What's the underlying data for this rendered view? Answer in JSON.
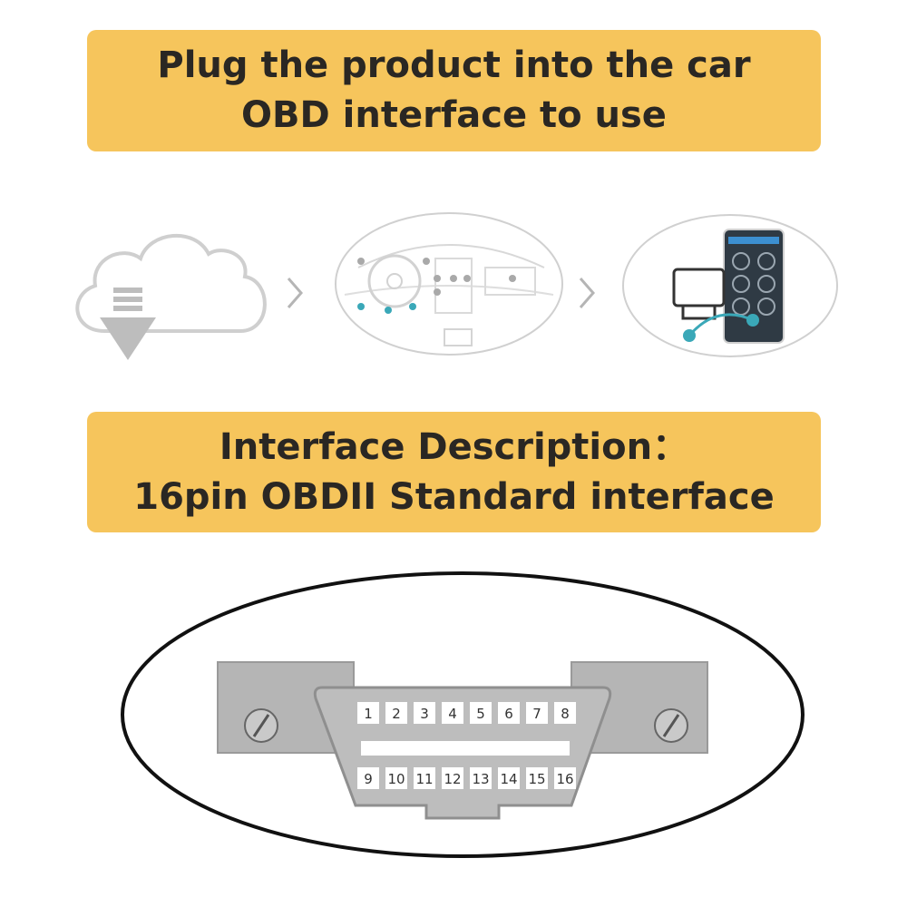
{
  "banners": {
    "top": {
      "line1": "Plug the product into the car",
      "line2": "OBD interface to use"
    },
    "middle": {
      "line1": "Interface Description：",
      "line2": "16pin OBDII Standard interface"
    }
  },
  "steps": [
    {
      "name": "download-step",
      "icon": "cloud-download-icon"
    },
    {
      "name": "plug-in-step",
      "icon": "car-dashboard-icon"
    },
    {
      "name": "app-step",
      "icon": "phone-app-icon"
    }
  ],
  "connector": {
    "pins_top": [
      "1",
      "2",
      "3",
      "4",
      "5",
      "6",
      "7",
      "8"
    ],
    "pins_bottom": [
      "9",
      "10",
      "11",
      "12",
      "13",
      "14",
      "15",
      "16"
    ]
  },
  "colors": {
    "banner": "#f6c55c",
    "banner_text": "#2a2723",
    "accent_teal": "#3aa8b8",
    "connector_gray": "#b9b9b9"
  }
}
